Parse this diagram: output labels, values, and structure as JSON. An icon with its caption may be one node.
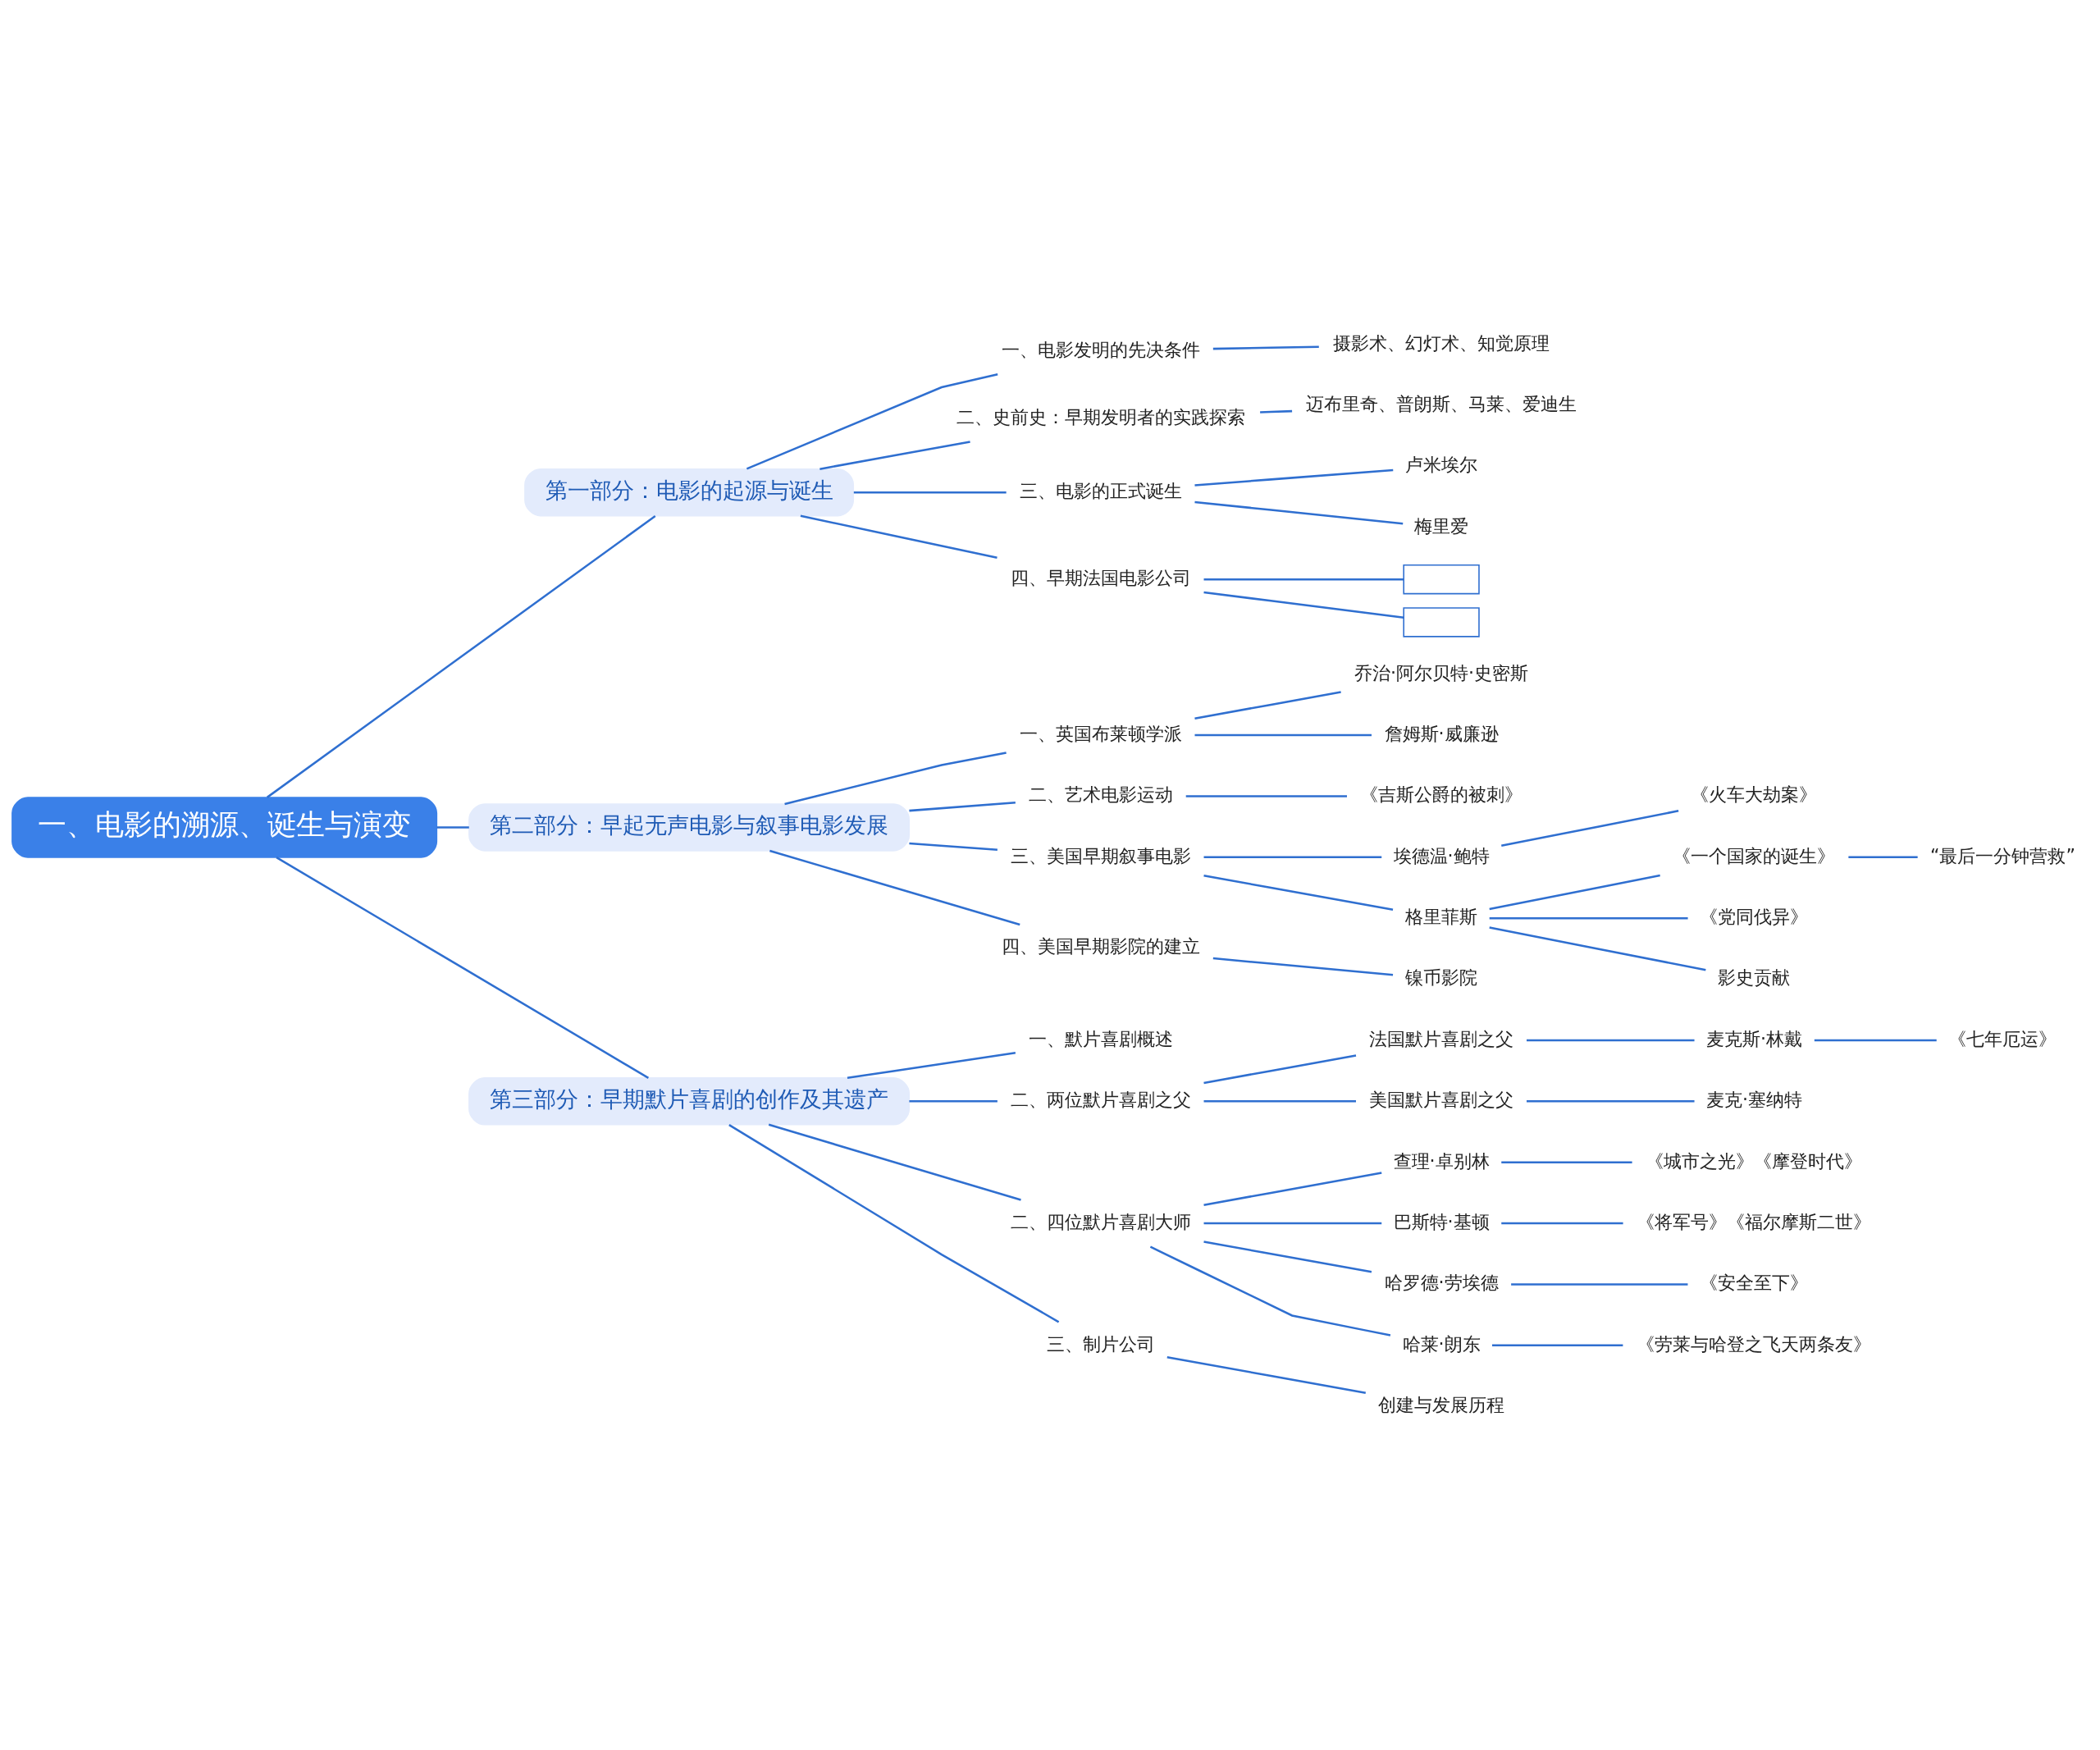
{
  "diagram": {
    "nodes": [
      {
        "text": [
          "一、电影的溯源、诞生与演变"
        ]
      },
      {
        "text": [
          "第一部分：电影的起源与诞生"
        ]
      },
      {
        "text": [
          "一、电影发明的先决条件"
        ]
      },
      {
        "text": [
          "摄影术、幻灯术、知觉原理"
        ]
      },
      {
        "text": [
          "二、史前史：早期发明者的实践探索"
        ]
      },
      {
        "text": [
          "迈布里奇、普朗斯、马莱、爱迪生"
        ]
      },
      {
        "text": [
          "三、电影的正式诞生"
        ]
      },
      {
        "text": [
          "卢米埃尔"
        ]
      },
      {
        "text": [
          "梅里爱"
        ]
      },
      {
        "text": [
          "四、早期法国电影公司"
        ]
      },
      {
        "text": [],
        "shape": "box"
      },
      {
        "text": [],
        "shape": "box"
      },
      {
        "text": [
          "第二部分：早起无声电影与叙事电影发展"
        ]
      },
      {
        "text": [
          "一、英国布莱顿学派"
        ]
      },
      {
        "text": [
          "乔治·阿尔贝特·史密斯"
        ]
      },
      {
        "text": [
          "詹姆斯·威廉逊"
        ]
      },
      {
        "text": [
          "二、艺术电影运动"
        ]
      },
      {
        "text": [
          "《吉斯公爵的被刺》"
        ]
      },
      {
        "text": [
          "三、美国早期叙事电影"
        ]
      },
      {
        "text": [
          "埃德温·鲍特"
        ]
      },
      {
        "text": [
          "《火车大劫案》"
        ]
      },
      {
        "text": [
          "格里菲斯"
        ]
      },
      {
        "text": [
          "《一个国家的诞生》"
        ]
      },
      {
        "text": [
          "“最后一分钟营救”"
        ]
      },
      {
        "text": [
          "《党同伐异》"
        ]
      },
      {
        "text": [
          "影史贡献"
        ]
      },
      {
        "text": [
          "四、美国早期影院的建立"
        ]
      },
      {
        "text": [
          "镍币影院"
        ]
      },
      {
        "text": [
          "第三部分：早期默片喜剧的创作及其遗产"
        ]
      },
      {
        "text": [
          "一、默片喜剧概述"
        ]
      },
      {
        "text": [
          "二、两位默片喜剧之父"
        ]
      },
      {
        "text": [
          "法国默片喜剧之父"
        ]
      },
      {
        "text": [
          "麦克斯·林戴"
        ]
      },
      {
        "text": [
          "《七年厄运》"
        ]
      },
      {
        "text": [
          "美国默片喜剧之父"
        ]
      },
      {
        "text": [
          "麦克·塞纳特"
        ]
      },
      {
        "text": [
          "二、四位默片喜剧大师"
        ]
      },
      {
        "text": [
          "查理·卓别林"
        ]
      },
      {
        "text": [
          "《城市之光》《摩登时代》"
        ]
      },
      {
        "text": [
          "巴斯特·基顿"
        ]
      },
      {
        "text": [
          "《将军号》《福尔摩斯二世》"
        ]
      },
      {
        "text": [
          "哈罗德·劳埃德"
        ]
      },
      {
        "text": [
          "《安全至下》"
        ]
      },
      {
        "text": [
          "哈莱·朗东"
        ]
      },
      {
        "text": [
          "《劳莱与哈登之飞天两条友》"
        ]
      },
      {
        "text": [
          "三、制片公司"
        ]
      },
      {
        "text": [
          "创建与发展历程"
        ]
      }
    ],
    "edges": [
      {
        "from": 0,
        "to": 1,
        "arrow": "none"
      },
      {
        "from": 1,
        "to": 2,
        "arrow": "none"
      },
      {
        "from": 2,
        "to": 3,
        "arrow": "none"
      },
      {
        "from": 1,
        "to": 4,
        "arrow": "none"
      },
      {
        "from": 4,
        "to": 5,
        "arrow": "none"
      },
      {
        "from": 1,
        "to": 6,
        "arrow": "none"
      },
      {
        "from": 6,
        "to": 7,
        "arrow": "none"
      },
      {
        "from": 6,
        "to": 8,
        "arrow": "none"
      },
      {
        "from": 1,
        "to": 9,
        "arrow": "none"
      },
      {
        "from": 9,
        "to": 10,
        "arrow": "none"
      },
      {
        "from": 9,
        "to": 11,
        "arrow": "none"
      },
      {
        "from": 0,
        "to": 12,
        "arrow": "none"
      },
      {
        "from": 12,
        "to": 13,
        "arrow": "none"
      },
      {
        "from": 13,
        "to": 14,
        "arrow": "none"
      },
      {
        "from": 13,
        "to": 15,
        "arrow": "none"
      },
      {
        "from": 12,
        "to": 16,
        "arrow": "none"
      },
      {
        "from": 16,
        "to": 17,
        "arrow": "none"
      },
      {
        "from": 12,
        "to": 18,
        "arrow": "none"
      },
      {
        "from": 18,
        "to": 19,
        "arrow": "none"
      },
      {
        "from": 19,
        "to": 20,
        "arrow": "none"
      },
      {
        "from": 18,
        "to": 21,
        "arrow": "none"
      },
      {
        "from": 21,
        "to": 22,
        "arrow": "none"
      },
      {
        "from": 22,
        "to": 23,
        "arrow": "none"
      },
      {
        "from": 21,
        "to": 24,
        "arrow": "none"
      },
      {
        "from": 21,
        "to": 25,
        "arrow": "none"
      },
      {
        "from": 12,
        "to": 26,
        "arrow": "none"
      },
      {
        "from": 26,
        "to": 27,
        "arrow": "none"
      },
      {
        "from": 0,
        "to": 28,
        "arrow": "none"
      },
      {
        "from": 28,
        "to": 29,
        "arrow": "none"
      },
      {
        "from": 28,
        "to": 30,
        "arrow": "none"
      },
      {
        "from": 30,
        "to": 31,
        "arrow": "none"
      },
      {
        "from": 31,
        "to": 32,
        "arrow": "none"
      },
      {
        "from": 32,
        "to": 33,
        "arrow": "none"
      },
      {
        "from": 30,
        "to": 34,
        "arrow": "none"
      },
      {
        "from": 34,
        "to": 35,
        "arrow": "none"
      },
      {
        "from": 28,
        "to": 36,
        "arrow": "none"
      },
      {
        "from": 36,
        "to": 37,
        "arrow": "none"
      },
      {
        "from": 37,
        "to": 38,
        "arrow": "none"
      },
      {
        "from": 36,
        "to": 39,
        "arrow": "none"
      },
      {
        "from": 39,
        "to": 40,
        "arrow": "none"
      },
      {
        "from": 36,
        "to": 41,
        "arrow": "none"
      },
      {
        "from": 41,
        "to": 42,
        "arrow": "none"
      },
      {
        "from": 36,
        "to": 43,
        "arrow": "none"
      },
      {
        "from": 43,
        "to": 44,
        "arrow": "none"
      },
      {
        "from": 28,
        "to": 45,
        "arrow": "none"
      },
      {
        "from": 45,
        "to": 46,
        "arrow": "none"
      }
    ]
  }
}
